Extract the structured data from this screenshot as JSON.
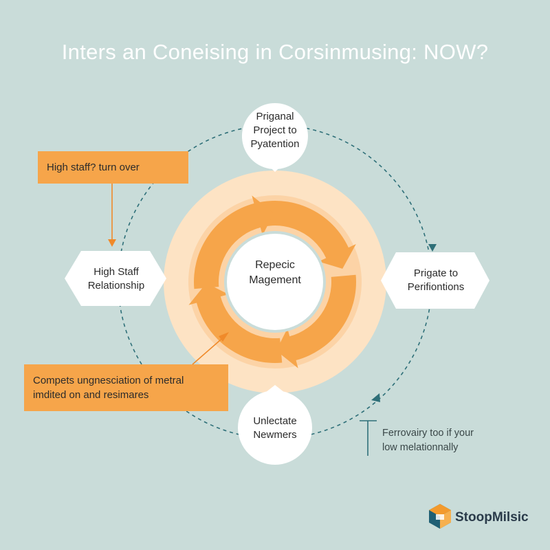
{
  "title": "Inters an Coneising in Corsinmusing: NOW?",
  "center_label": "Repecic\nMagement",
  "nodes": {
    "top": "Priganal\nProject to\nPyatention",
    "left": "High Staff\nRelationship",
    "right": "Prigate to\nPerifiontions",
    "bottom": "Unlectate\nNewmers"
  },
  "callouts": {
    "top": "High staff? turn over",
    "bottom": "Compets ungnesciation of metral\nimdited on and resimares"
  },
  "note": "Ferrovairy too if your\nlow melationnally",
  "brand": {
    "name": "StoopMilsic",
    "logo_icon": "hexagon-logo-icon"
  },
  "colors": {
    "background": "#c9dcd9",
    "orange": "#f6a54a",
    "ring_light": "#fde3c4",
    "teal": "#2e6f78",
    "white": "#ffffff"
  }
}
